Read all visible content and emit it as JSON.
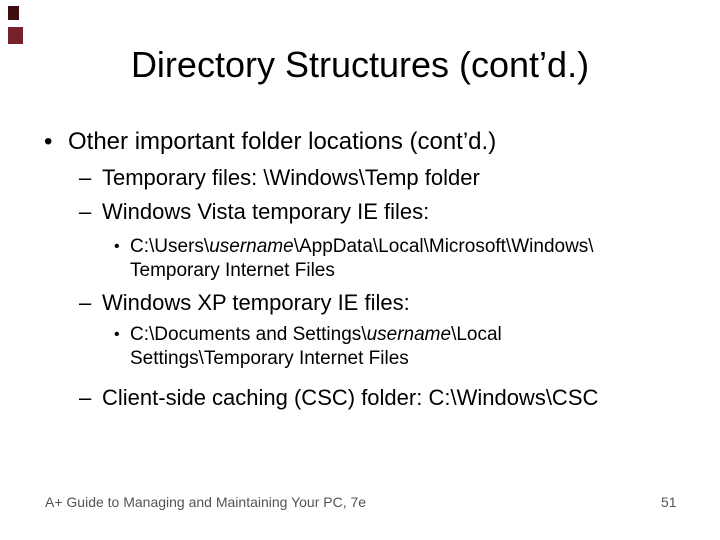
{
  "decor": {
    "square_top_color": "#3f0e10",
    "square_bottom_color": "#76222a"
  },
  "title": "Directory Structures (cont’d.)",
  "markers": {
    "l1": "•",
    "l2": "–",
    "l3": "•"
  },
  "bullets": {
    "other_locations": "Other important folder locations (cont’d.)",
    "temp_files": "Temporary files: \\Windows\\Temp folder",
    "vista_ie": "Windows Vista temporary IE files:",
    "vista_path": [
      {
        "t": "C:\\Users\\"
      },
      {
        "t": "username",
        "i": true
      },
      {
        "t": "\\AppData\\Local\\Microsoft\\Windows\\"
      },
      {
        "br": true
      },
      {
        "t": "Temporary Internet Files"
      }
    ],
    "xp_ie": "Windows XP temporary IE files:",
    "xp_path": [
      {
        "t": "C:\\Documents and Settings\\"
      },
      {
        "t": "username",
        "i": true
      },
      {
        "t": "\\Local"
      },
      {
        "br": true
      },
      {
        "t": "Settings\\Temporary Internet Files"
      }
    ],
    "csc": "Client-side caching (CSC) folder: C:\\Windows\\CSC"
  },
  "footer": {
    "left": "A+ Guide to Managing and Maintaining Your PC, 7e",
    "page": "51"
  }
}
